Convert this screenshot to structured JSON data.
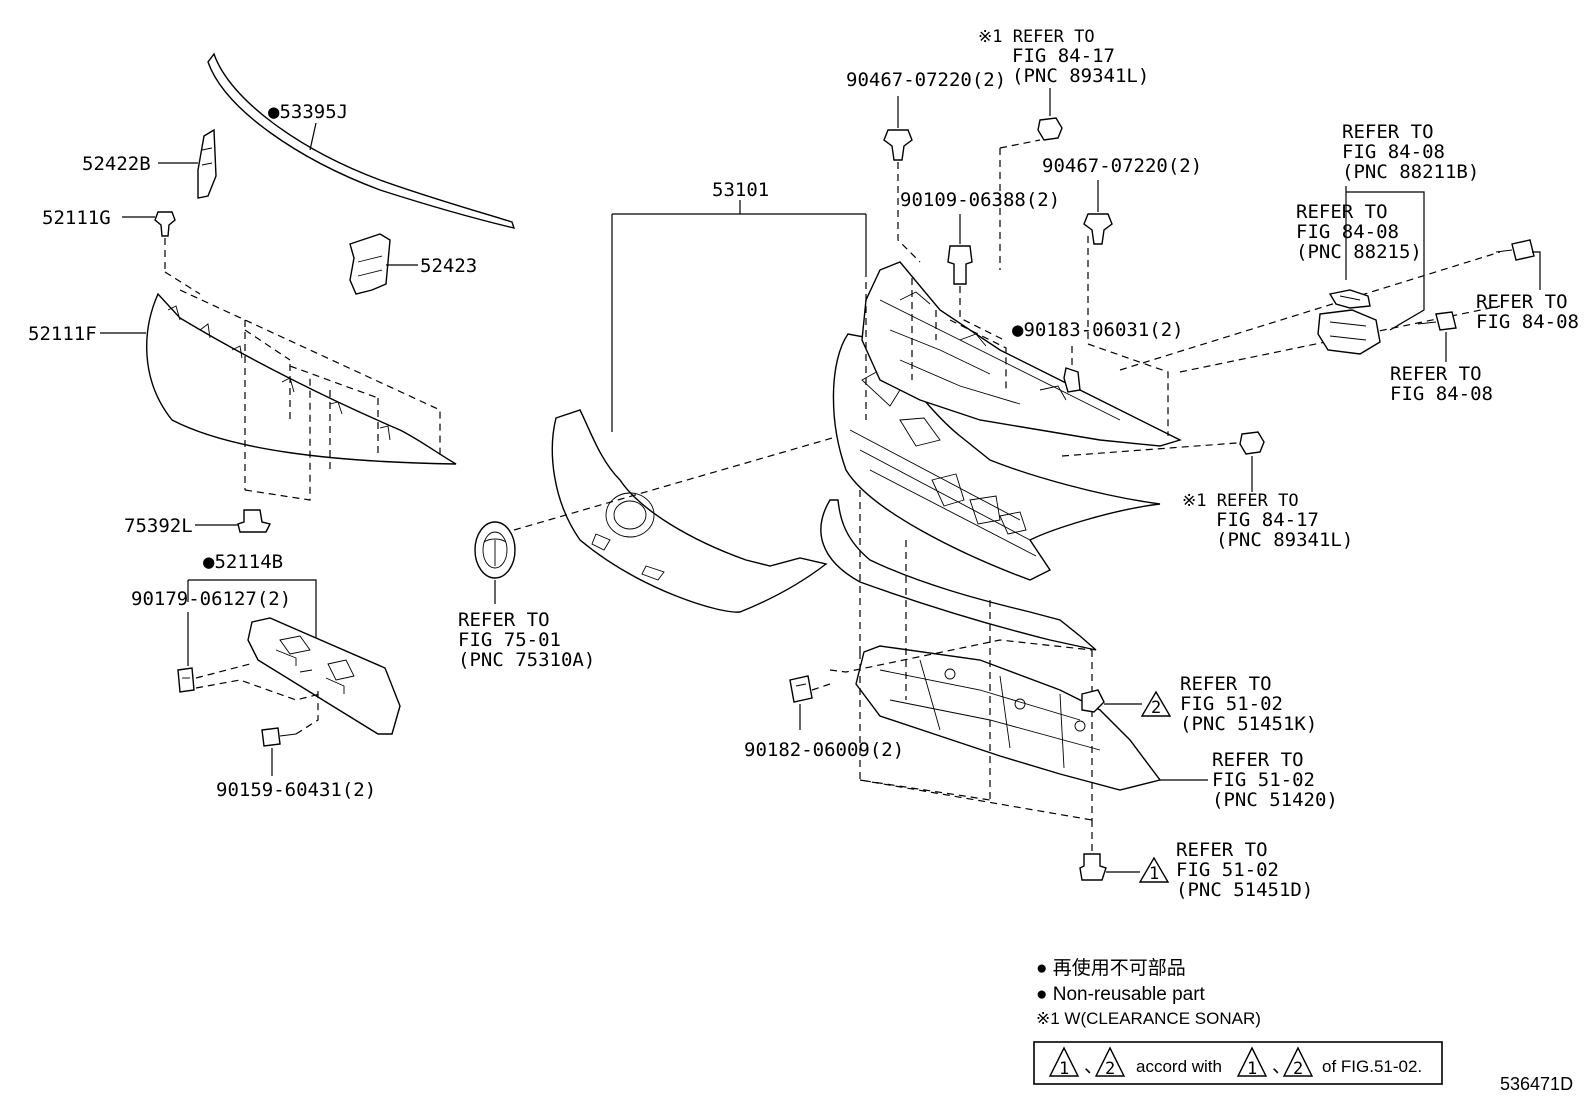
{
  "diagram_id": "536471D",
  "labels": {
    "p53395j": "●53395J",
    "p52422b": "52422B",
    "p52111g": "52111G",
    "p52423": "52423",
    "p52111f": "52111F",
    "p75392l": "75392L",
    "p52114b": "●52114B",
    "p90179": "90179-06127(2)",
    "p90159": "90159-60431(2)",
    "p53101": "53101",
    "p90182": "90182-06009(2)",
    "p90467a": "90467-07220(2)",
    "p90467b": "90467-07220(2)",
    "p90109": "90109-06388(2)",
    "p90183": "●90183-06031(2)"
  },
  "refs": {
    "sonar_top": [
      "※1 REFER TO",
      "FIG 84-17",
      "(PNC 89341L)"
    ],
    "sonar_mid": [
      "※1 REFER TO",
      "FIG 84-17",
      "(PNC 89341L)"
    ],
    "fig84_88211b": [
      "REFER TO",
      "FIG 84-08",
      "(PNC 88211B)"
    ],
    "fig84_88215": [
      "REFER TO",
      "FIG 84-08",
      "(PNC 88215)"
    ],
    "fig84_bolt_a": [
      "REFER TO",
      "FIG 84-08"
    ],
    "fig84_bolt_b": [
      "REFER TO",
      "FIG 84-08"
    ],
    "fig75": [
      "REFER TO",
      "FIG 75-01",
      "(PNC 75310A)"
    ],
    "fig51_k": [
      "REFER TO",
      "FIG 51-02",
      "(PNC 51451K)"
    ],
    "fig51_420": [
      "REFER TO",
      "FIG 51-02",
      "(PNC 51420)"
    ],
    "fig51_d": [
      "REFER TO",
      "FIG 51-02",
      "(PNC 51451D)"
    ]
  },
  "triangle_marks": {
    "one": "1",
    "two": "2"
  },
  "legend": {
    "jp": "● 再使用不可部品",
    "en": "● Non-reusable part",
    "note": "※1 W(CLEARANCE SONAR)",
    "box_sep1": "、",
    "box_mid": "accord with",
    "box_sep2": "、",
    "box_end": "of FIG.51-02."
  }
}
